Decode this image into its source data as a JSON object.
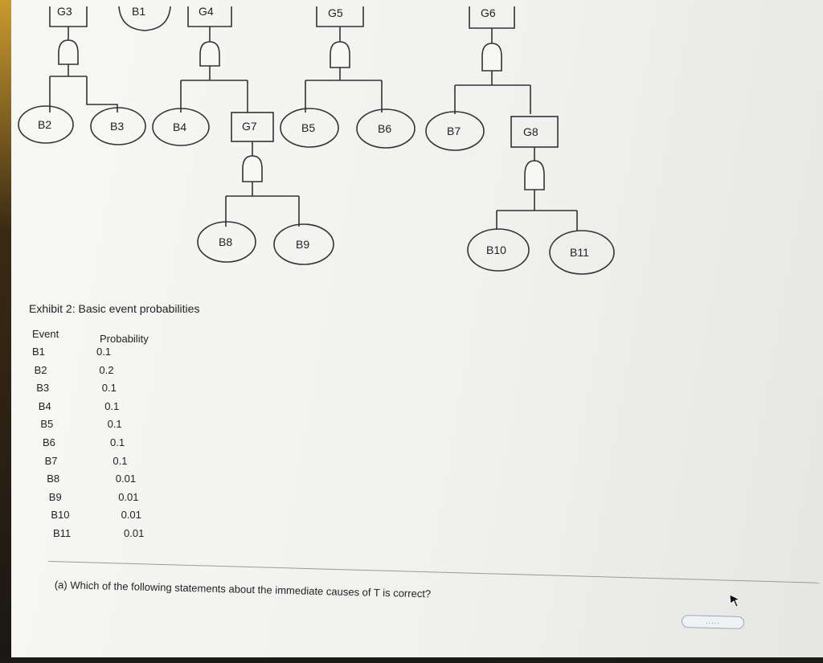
{
  "tree": {
    "gates_top": [
      "G3",
      "G4",
      "G5",
      "G6"
    ],
    "event_top": "B1",
    "events_mid": [
      "B2",
      "B3",
      "B4",
      "B5",
      "B6",
      "B7"
    ],
    "gates_mid": [
      "G7",
      "G8"
    ],
    "events_bottom": [
      "B8",
      "B9",
      "B10",
      "B11"
    ]
  },
  "exhibit": {
    "title": "Exhibit 2: Basic event probabilities",
    "col_event": "Event",
    "col_probability": "Probability",
    "rows": [
      {
        "event": "B1",
        "probability": "0.1"
      },
      {
        "event": "B2",
        "probability": "0.2"
      },
      {
        "event": "B3",
        "probability": "0.1"
      },
      {
        "event": "B4",
        "probability": "0.1"
      },
      {
        "event": "B5",
        "probability": "0.1"
      },
      {
        "event": "B6",
        "probability": "0.1"
      },
      {
        "event": "B7",
        "probability": "0.1"
      },
      {
        "event": "B8",
        "probability": "0.01"
      },
      {
        "event": "B9",
        "probability": "0.01"
      },
      {
        "event": "B10",
        "probability": "0.01"
      },
      {
        "event": "B11",
        "probability": "0.01"
      }
    ]
  },
  "question": {
    "text": "(a) Which of the following statements about the immediate causes of T is correct?",
    "more_label": "....."
  },
  "colors": {
    "stroke": "#333333",
    "text": "#222222"
  }
}
